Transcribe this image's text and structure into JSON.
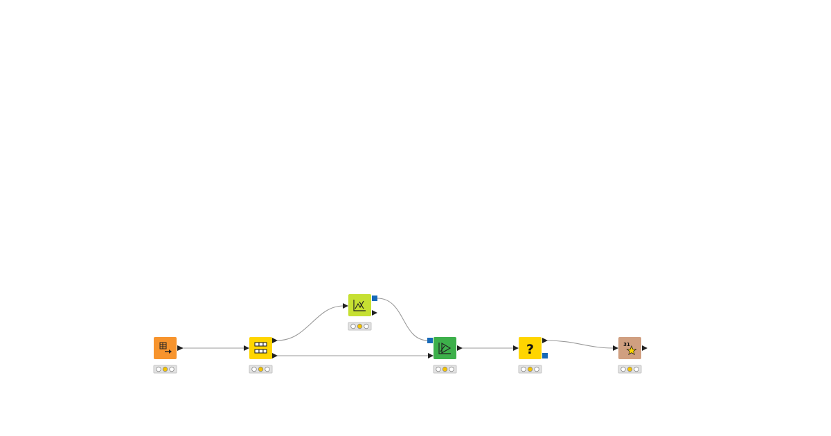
{
  "colors": {
    "canvas_bg": "#ffffff",
    "data_port": "#222222",
    "model_port": "#1769b8",
    "connection": "#9a9a9a",
    "status_light_off": "#ffffff",
    "status_light_configured": "#f5c400"
  },
  "nodes": [
    {
      "id": "table-creator",
      "color": "#f7942d",
      "icon": "table-output-icon",
      "status": "configured"
    },
    {
      "id": "partitioning",
      "color": "#ffd500",
      "icon": "partition-grid-icon",
      "status": "configured"
    },
    {
      "id": "learner",
      "color": "#c6e032",
      "icon": "learner-chart-icon",
      "status": "configured"
    },
    {
      "id": "predictor",
      "color": "#3db04b",
      "icon": "predictor-icon",
      "status": "configured"
    },
    {
      "id": "scorer",
      "color": "#ffd500",
      "icon": "question-mark-icon",
      "glyph": "?",
      "status": "configured"
    },
    {
      "id": "date-time",
      "color": "#d09f80",
      "icon": "calendar-star-icon",
      "glyph": "31",
      "status": "configured"
    }
  ],
  "connections": [
    {
      "from": "table-creator",
      "to": "partitioning",
      "type": "data"
    },
    {
      "from": "partitioning",
      "to": "learner",
      "type": "data"
    },
    {
      "from": "partitioning",
      "to": "predictor",
      "type": "data"
    },
    {
      "from": "learner",
      "to": "predictor",
      "type": "model"
    },
    {
      "from": "predictor",
      "to": "scorer",
      "type": "data"
    },
    {
      "from": "scorer",
      "to": "date-time",
      "type": "data"
    }
  ]
}
